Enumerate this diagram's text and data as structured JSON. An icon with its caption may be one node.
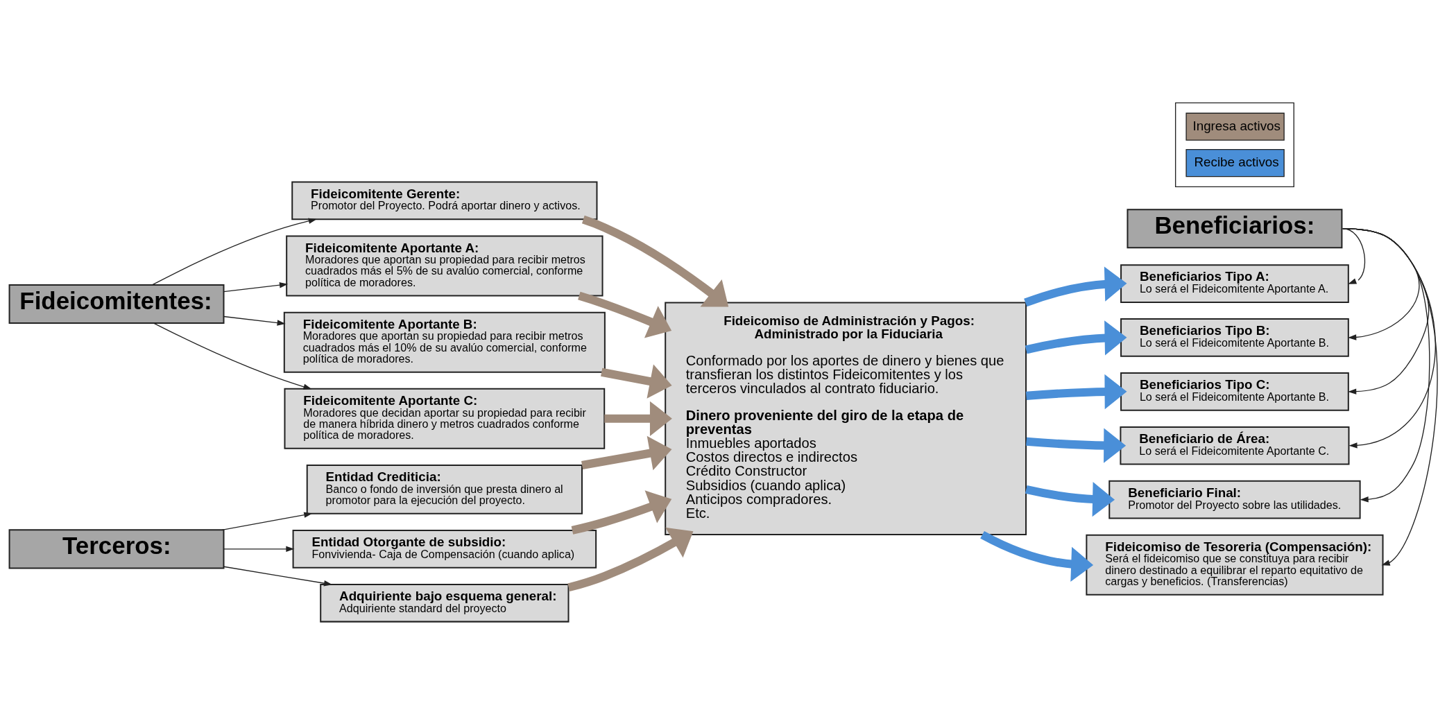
{
  "diagram": {
    "nodes": [
      {
        "text": [
          "Fideicomitentes:"
        ]
      },
      {
        "text": [
          "Fideicomitente Gerente:",
          "Promotor del Proyecto. Podrá aportar dinero y activos."
        ]
      },
      {
        "text": [
          "Fideicomitente Aportante A:",
          "Moradores que aportan su propiedad para recibir metros cuadrados más el 5% de su avalúo comercial, conforme política de moradores."
        ]
      },
      {
        "text": [
          "Fideicomitente Aportante B:",
          "Moradores que aportan su propiedad para recibir metros cuadrados más el 10% de su avalúo comercial, conforme política de moradores."
        ]
      },
      {
        "text": [
          "Fideicomitente Aportante C:",
          "Moradores que decidan aportar su propiedad para recibir de manera híbrida dinero y metros cuadrados conforme política de moradores."
        ]
      },
      {
        "text": [
          "Terceros:"
        ]
      },
      {
        "text": [
          "Entidad Crediticia:",
          "Banco o fondo de inversión que presta dinero al promotor para la ejecución del proyecto."
        ]
      },
      {
        "text": [
          "Entidad Otorgante de subsidio:",
          "Fonvivienda- Caja de Compensación (cuando aplica)"
        ]
      },
      {
        "text": [
          "Adquiriente bajo esquema general:",
          "Adquiriente standard del proyecto"
        ]
      },
      {
        "text": [
          "Fideicomiso de Administración y Pagos: Administrado por la Fiduciaria",
          "Conformado por los aportes de dinero y bienes que transfieran los distintos Fideicomitentes y los terceros vinculados al contrato fiduciario.",
          "Dinero proveniente del giro de la etapa de preventas",
          "Inmuebles aportados",
          "Costos directos e indirectos",
          "Crédito Constructor",
          "Subsidios (cuando aplica)",
          "Anticipos compradores.",
          "Etc."
        ]
      },
      {
        "text": [
          "Beneficiarios:"
        ]
      },
      {
        "text": [
          "Beneficiarios Tipo A:",
          "Lo será el Fideicomitente Aportante A."
        ]
      },
      {
        "text": [
          "Beneficiarios Tipo B:",
          "Lo será el Fideicomitente Aportante B."
        ]
      },
      {
        "text": [
          "Beneficiarios Tipo C:",
          "Lo será el Fideicomitente Aportante B."
        ]
      },
      {
        "text": [
          "Beneficiario de Área:",
          "Lo será el Fideicomitente Aportante C."
        ]
      },
      {
        "text": [
          "Beneficiario Final:",
          "Promotor del Proyecto sobre las utilidades."
        ]
      },
      {
        "text": [
          "Fideicomiso de Tesoreria (Compensación):",
          "Será el fideicomiso que se constituya para recibir dinero destinado a equilibrar el reparto equitativo de cargas y beneficios. (Transferencias)"
        ]
      }
    ],
    "edges": [
      {
        "from": 0,
        "to": 1,
        "arrow": "to"
      },
      {
        "from": 0,
        "to": 2,
        "arrow": "to"
      },
      {
        "from": 0,
        "to": 3,
        "arrow": "to"
      },
      {
        "from": 0,
        "to": 4,
        "arrow": "to"
      },
      {
        "from": 5,
        "to": 6,
        "arrow": "to"
      },
      {
        "from": 5,
        "to": 7,
        "arrow": "to"
      },
      {
        "from": 5,
        "to": 8,
        "arrow": "to"
      },
      {
        "from": 1,
        "to": 9,
        "arrow": "to",
        "style": "thick",
        "color": "#a08c7c"
      },
      {
        "from": 2,
        "to": 9,
        "arrow": "to",
        "style": "thick",
        "color": "#a08c7c"
      },
      {
        "from": 3,
        "to": 9,
        "arrow": "to",
        "style": "thick",
        "color": "#a08c7c"
      },
      {
        "from": 4,
        "to": 9,
        "arrow": "to",
        "style": "thick",
        "color": "#a08c7c"
      },
      {
        "from": 6,
        "to": 9,
        "arrow": "to",
        "style": "thick",
        "color": "#a08c7c"
      },
      {
        "from": 7,
        "to": 9,
        "arrow": "to",
        "style": "thick",
        "color": "#a08c7c"
      },
      {
        "from": 8,
        "to": 9,
        "arrow": "to",
        "style": "thick",
        "color": "#a08c7c"
      },
      {
        "from": 9,
        "to": 11,
        "arrow": "to",
        "style": "thick",
        "color": "#4a8fd8"
      },
      {
        "from": 9,
        "to": 12,
        "arrow": "to",
        "style": "thick",
        "color": "#4a8fd8"
      },
      {
        "from": 9,
        "to": 13,
        "arrow": "to",
        "style": "thick",
        "color": "#4a8fd8"
      },
      {
        "from": 9,
        "to": 14,
        "arrow": "to",
        "style": "thick",
        "color": "#4a8fd8"
      },
      {
        "from": 9,
        "to": 15,
        "arrow": "to",
        "style": "thick",
        "color": "#4a8fd8"
      },
      {
        "from": 9,
        "to": 16,
        "arrow": "to",
        "style": "thick",
        "color": "#4a8fd8"
      },
      {
        "from": 10,
        "to": 11,
        "arrow": "to"
      },
      {
        "from": 10,
        "to": 12,
        "arrow": "to"
      },
      {
        "from": 10,
        "to": 13,
        "arrow": "to"
      },
      {
        "from": 10,
        "to": 14,
        "arrow": "to"
      },
      {
        "from": 10,
        "to": 15,
        "arrow": "to"
      },
      {
        "from": 10,
        "to": 16,
        "arrow": "to"
      }
    ],
    "legend": [
      {
        "text": "Ingresa activos",
        "color": "#a08c7c"
      },
      {
        "text": "Recibe activos",
        "color": "#4a8fd8"
      }
    ]
  }
}
